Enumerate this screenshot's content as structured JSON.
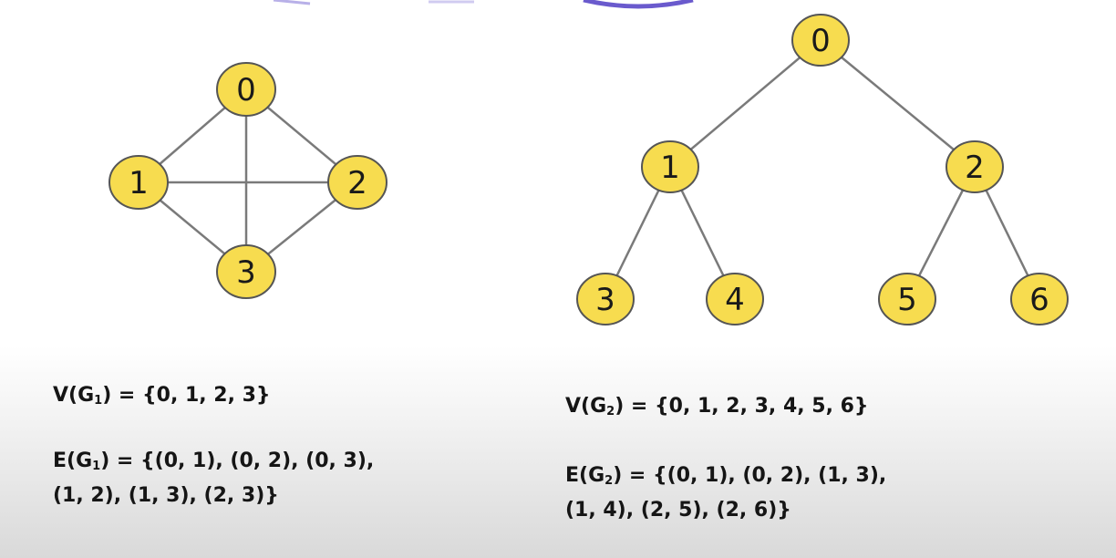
{
  "graph1": {
    "nodes": [
      {
        "id": "0",
        "label": "0"
      },
      {
        "id": "1",
        "label": "1"
      },
      {
        "id": "2",
        "label": "2"
      },
      {
        "id": "3",
        "label": "3"
      }
    ],
    "edges": [
      [
        "0",
        "1"
      ],
      [
        "0",
        "2"
      ],
      [
        "0",
        "3"
      ],
      [
        "1",
        "2"
      ],
      [
        "1",
        "3"
      ],
      [
        "2",
        "3"
      ]
    ],
    "vertex_set": {
      "prefix": "V(G",
      "sub": "1",
      "suffix": ") = {0, 1, 2, 3}"
    },
    "edge_set": {
      "prefix": "E(G",
      "sub": "1",
      "suffix": ") = {(0, 1), (0, 2), (0, 3),",
      "line2": "(1, 2), (1, 3), (2, 3)}"
    }
  },
  "graph2": {
    "nodes": [
      {
        "id": "0",
        "label": "0"
      },
      {
        "id": "1",
        "label": "1"
      },
      {
        "id": "2",
        "label": "2"
      },
      {
        "id": "3",
        "label": "3"
      },
      {
        "id": "4",
        "label": "4"
      },
      {
        "id": "5",
        "label": "5"
      },
      {
        "id": "6",
        "label": "6"
      }
    ],
    "edges": [
      [
        "0",
        "1"
      ],
      [
        "0",
        "2"
      ],
      [
        "1",
        "3"
      ],
      [
        "1",
        "4"
      ],
      [
        "2",
        "5"
      ],
      [
        "2",
        "6"
      ]
    ],
    "vertex_set": {
      "prefix": "V(G",
      "sub": "2",
      "suffix": ") = {0, 1, 2, 3, 4, 5, 6}"
    },
    "edge_set": {
      "prefix": "E(G",
      "sub": "2",
      "suffix": ") = {(0, 1), (0, 2), (1, 3),",
      "line2": "(1, 4), (2, 5), (2, 6)}"
    }
  },
  "colors": {
    "node_fill": "#f7dc4f",
    "node_stroke": "#555555",
    "edge": "#7a7a7a",
    "top_arc": "#6a5acd"
  }
}
